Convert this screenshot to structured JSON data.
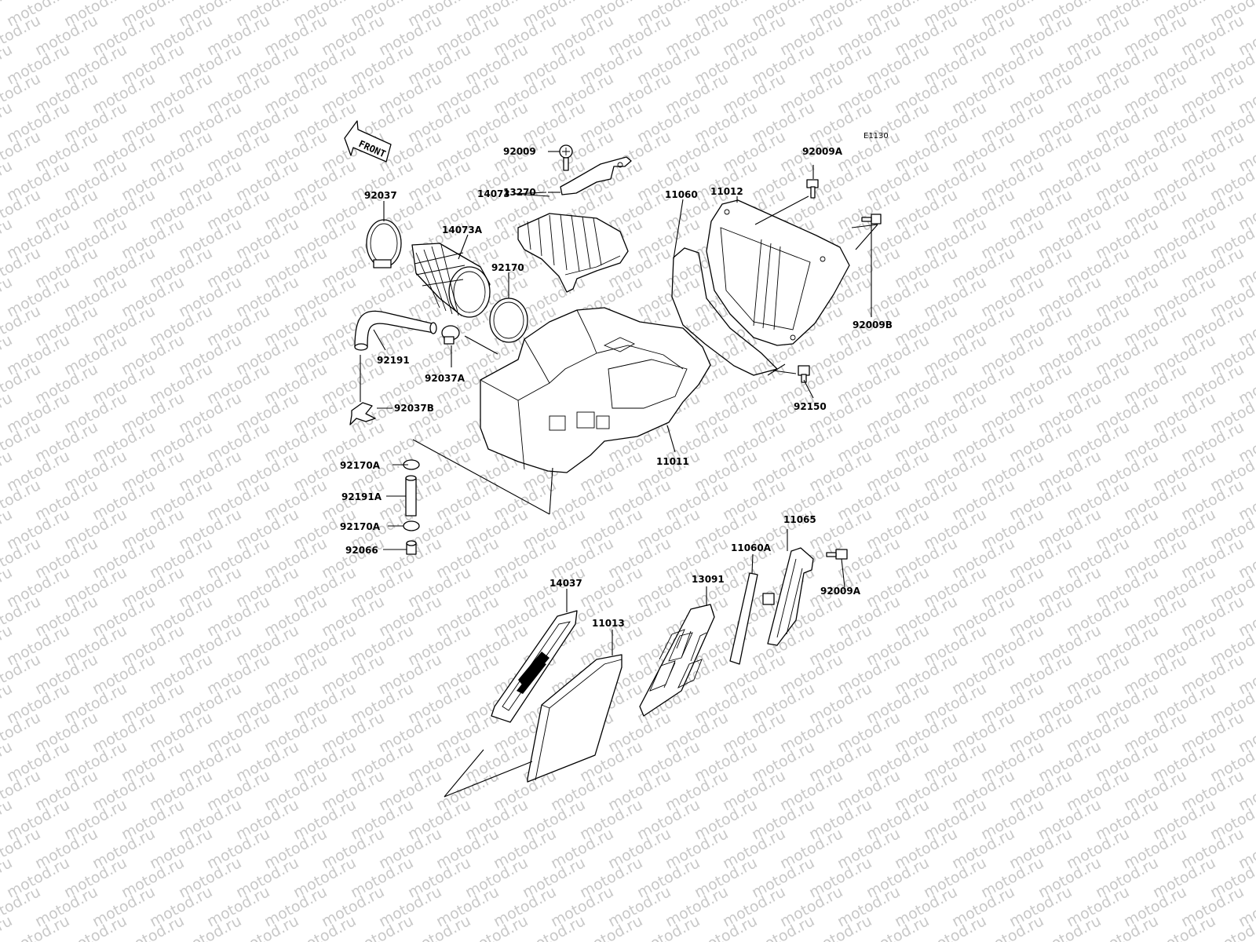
{
  "diagram": {
    "code": "E1130",
    "front_label": "FRONT",
    "watermark": "motod.ru",
    "parts": [
      {
        "id": "92009",
        "label": "92009"
      },
      {
        "id": "13270",
        "label": "13270"
      },
      {
        "id": "14073",
        "label": "14073"
      },
      {
        "id": "92037",
        "label": "92037"
      },
      {
        "id": "14073A",
        "label": "14073A"
      },
      {
        "id": "92170",
        "label": "92170"
      },
      {
        "id": "92191",
        "label": "92191"
      },
      {
        "id": "92037A",
        "label": "92037A"
      },
      {
        "id": "92037B",
        "label": "92037B"
      },
      {
        "id": "11012",
        "label": "11012"
      },
      {
        "id": "11060",
        "label": "11060"
      },
      {
        "id": "92009A",
        "label": "92009A"
      },
      {
        "id": "92009B",
        "label": "92009B"
      },
      {
        "id": "92150",
        "label": "92150"
      },
      {
        "id": "11011",
        "label": "11011"
      },
      {
        "id": "92170A",
        "label": "92170A"
      },
      {
        "id": "92191A",
        "label": "92191A"
      },
      {
        "id": "92170A_2",
        "label": "92170A"
      },
      {
        "id": "92066",
        "label": "92066"
      },
      {
        "id": "11065",
        "label": "11065"
      },
      {
        "id": "11060A",
        "label": "11060A"
      },
      {
        "id": "92009A_2",
        "label": "92009A"
      },
      {
        "id": "13091",
        "label": "13091"
      },
      {
        "id": "14037",
        "label": "14037"
      },
      {
        "id": "11013",
        "label": "11013"
      }
    ]
  }
}
